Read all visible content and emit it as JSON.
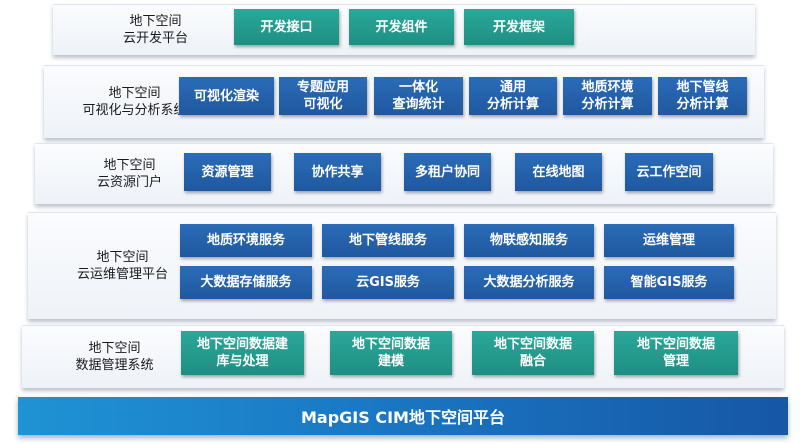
{
  "colors": {
    "teal": "#22a091",
    "blue": "#2563ad",
    "base": "#1a78c4"
  },
  "layers": [
    {
      "label": [
        "地下空间",
        "云开发平台"
      ],
      "buttons": [
        "开发接口",
        "开发组件",
        "开发框架"
      ]
    },
    {
      "label": [
        "地下空间",
        "可视化与分析系统"
      ],
      "buttons": [
        [
          "可视化渲染"
        ],
        [
          "专题应用",
          "可视化"
        ],
        [
          "一体化",
          "查询统计"
        ],
        [
          "通用",
          "分析计算"
        ],
        [
          "地质环境",
          "分析计算"
        ],
        [
          "地下管线",
          "分析计算"
        ]
      ]
    },
    {
      "label": [
        "地下空间",
        "云资源门户"
      ],
      "buttons": [
        "资源管理",
        "协作共享",
        "多租户协同",
        "在线地图",
        "云工作空间"
      ]
    },
    {
      "label": [
        "地下空间",
        "云运维管理平台"
      ],
      "buttons": [
        "地质环境服务",
        "地下管线服务",
        "物联感知服务",
        "运维管理",
        "大数据存储服务",
        "云GIS服务",
        "大数据分析服务",
        "智能GIS服务"
      ]
    },
    {
      "label": [
        "地下空间",
        "数据管理系统"
      ],
      "buttons": [
        [
          "地下空间数据建",
          "库与处理"
        ],
        [
          "地下空间数据",
          "建模"
        ],
        [
          "地下空间数据",
          "融合"
        ],
        [
          "地下空间数据",
          "管理"
        ]
      ]
    }
  ],
  "base": {
    "title": "MapGIS CIM地下空间平台"
  }
}
